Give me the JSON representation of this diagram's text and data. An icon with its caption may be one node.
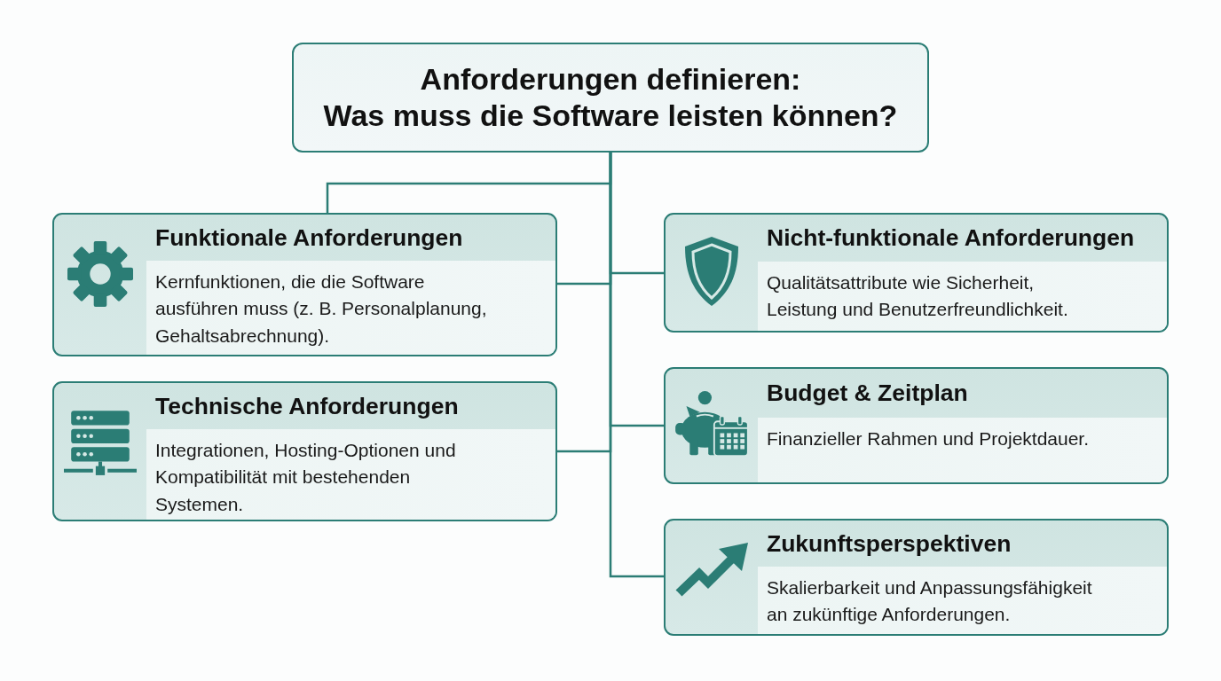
{
  "diagram": {
    "nodes": [
      {
        "text": [
          "Anforderungen definieren:",
          "Was muss die Software leisten können?"
        ]
      },
      {
        "text": [
          "Funktionale Anforderungen",
          "Kernfunktionen, die die Software ausführen muss (z. B. Personalplanung, Gehaltsabrechnung)."
        ]
      },
      {
        "text": [
          "Nicht-funktionale Anforderungen",
          "Qualitätsattribute wie Sicherheit, Leistung und Benutzerfreundlichkeit."
        ]
      },
      {
        "text": [
          "Technische Anforderungen",
          "Integrationen, Hosting-Optionen und Kompatibilität mit bestehenden Systemen."
        ]
      },
      {
        "text": [
          "Budget & Zeitplan",
          "Finanzieller Rahmen und Projektdauer."
        ]
      },
      {
        "text": [
          "Zukunftsperspektiven",
          "Skalierbarkeit und Anpassungsfähigkeit an zukünftige Anforderungen."
        ]
      }
    ],
    "edges": [
      {
        "from": 0,
        "to": 1,
        "arrow": "none"
      },
      {
        "from": 0,
        "to": 1,
        "arrow": "none"
      },
      {
        "from": 0,
        "to": 2,
        "arrow": "none"
      },
      {
        "from": 0,
        "to": 3,
        "arrow": "none"
      },
      {
        "from": 0,
        "to": 4,
        "arrow": "none"
      },
      {
        "from": 0,
        "to": 5,
        "arrow": "none"
      }
    ]
  }
}
